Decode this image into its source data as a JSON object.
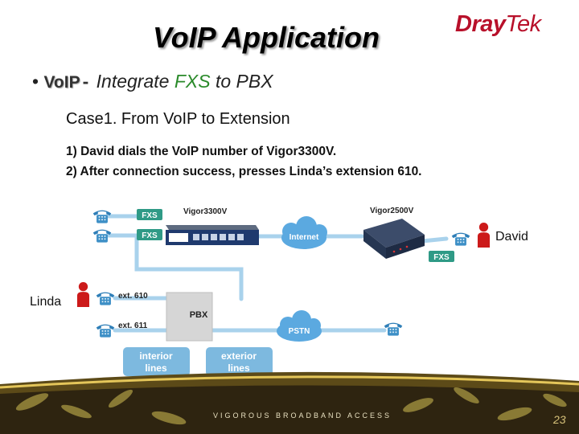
{
  "slide": {
    "title": "VoIP Application",
    "logo": {
      "part1": "Dray",
      "part2": "Tek"
    },
    "bullet": {
      "marker": "•",
      "voip": "VoIP",
      "dash": "-",
      "text1": "Integrate",
      "fxs": "FXS",
      "text2": "to PBX"
    },
    "case_title": "Case1. From VoIP to Extension",
    "steps": [
      "1) David dials the VoIP number of Vigor3300V.",
      "2) After connection success, presses Linda’s extension 610."
    ],
    "footer": "VIGOROUS BROADBAND ACCESS",
    "page_number": "23"
  },
  "diagram": {
    "fxs_label": "FXS",
    "vigor3300_label": "Vigor3300V",
    "vigor2500_label": "Vigor2500V",
    "internet_label": "Internet",
    "pstn_label": "PSTN",
    "pbx_label": "PBX",
    "ext610_label": "ext. 610",
    "ext611_label": "ext. 611",
    "interior_lines": [
      "interior",
      "lines"
    ],
    "exterior_lines": [
      "exterior",
      "lines"
    ],
    "david_label": "David",
    "linda_label": "Linda"
  },
  "colors": {
    "logo_red": "#b8102a",
    "fxs_green": "#2a8a2a",
    "fxs_badge": "#2f9a86",
    "line_blue": "#a9d2ec",
    "box_blue": "#7db9df",
    "cloud_blue": "#5ba9e0",
    "person_red": "#cc1a1a",
    "gold": "#c9a43a"
  }
}
